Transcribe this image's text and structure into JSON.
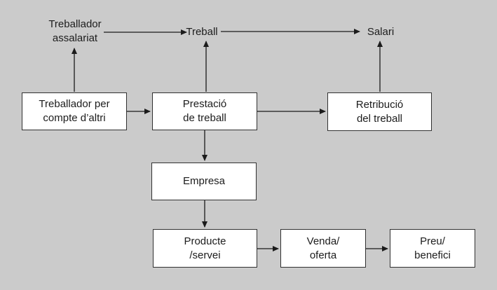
{
  "diagram": {
    "background_color": "#cbcbcb",
    "box_fill": "#ffffff",
    "box_border_color": "#313131",
    "text_color": "#1c1c1c",
    "arrow_color": "#1b1b1b",
    "free_labels": [
      {
        "id": "treballador-assalariat",
        "text": "Treballador\nassalariat"
      },
      {
        "id": "treball",
        "text": "Treball"
      },
      {
        "id": "salari",
        "text": "Salari"
      }
    ],
    "nodes": [
      {
        "id": "treballador-per-compte-daltri",
        "label": "Treballador per\ncompte d’altri"
      },
      {
        "id": "prestacio-de-treball",
        "label": "Prestació\nde treball"
      },
      {
        "id": "retribucio-del-treball",
        "label": "Retribució\ndel treball"
      },
      {
        "id": "empresa",
        "label": "Empresa"
      },
      {
        "id": "producte-servei",
        "label": "Producte\n/servei"
      },
      {
        "id": "venda-oferta",
        "label": "Venda/\noferta"
      },
      {
        "id": "preu-benefici",
        "label": "Preu/\nbenefici"
      }
    ]
  }
}
